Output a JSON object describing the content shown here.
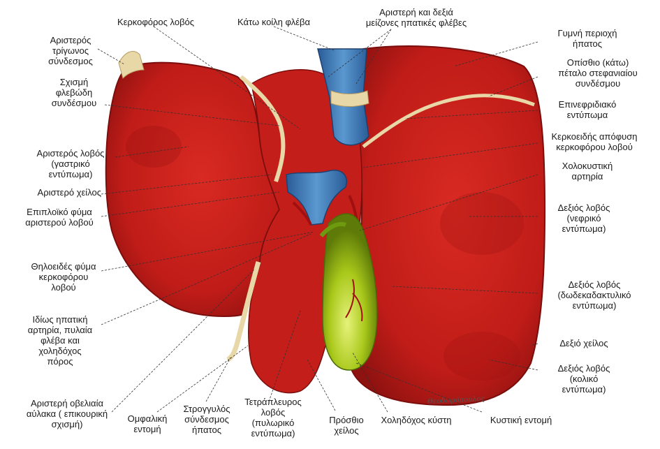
{
  "labels": {
    "cercophoros_lobe": "Κερκοφόρος λοβός",
    "ivc": "Κάτω κοίλη φλέβα",
    "hepatic_veins": "Αριστερή και δεξιά\nμείζονες ηπατικές φλέβες",
    "bare_area": "Γυμνή περιοχή\nήπατος",
    "left_triangular_lig": "Αριστερός\nτρίγωνος\nσύνδεσμος",
    "posterior_coronary": "Οπίσθιο (κάτω)\nπέταλο στεφανιαίου\nσυνδέσμου",
    "fissure_lig_venosum": "Σχισμή\nφλεβώδη\nσυνδέσμου",
    "suprarenal_impression": "Επινεφριδιακό\nεντύπωμα",
    "caudate_process": "Κερκοειδής απόφυση\nκερκοφόρου λοβού",
    "left_lobe_gastric": "Αριστερός λοβός\n(γαστρικό\nεντύπωμα)",
    "cystic_artery": "Χολοκυστική\nαρτηρία",
    "left_margin": "Αριστερό χείλος",
    "omental_tuber": "Επιπλοϊκό φύμα\nαριστερού λοβού",
    "right_lobe_renal": "Δεξιός λοβός\n(νεφρικό\nεντύπωμα)",
    "papillary_process": "Θηλοειδές φύμα\nκερκοφόρου\nλοβού",
    "right_lobe_duodenal": "Δεξιός λοβός\n(δωδεκαδακτυλικό\nεντύπωμα)",
    "porta_structures": "Ιδίως ηπατική\nαρτηρία, πυλαία\nφλέβα και\nχοληδόχος\nπόρος",
    "right_margin": "Δεξιό χείλος",
    "right_lobe_colic": "Δεξιός λοβός\n(κολικό\nεντύπωμα)",
    "left_sagittal_fissure": "Αριστερή οβελιαία\nαύλακα ( επικουρική\nσχισμή)",
    "umbilical_notch": "Ομφαλική\nεντομή",
    "round_ligament": "Στρογγυλός\nσύνδεσμος\nήπατος",
    "quadrate_lobe": "Τετράπλευρος\nλοβός\n(πυλωρικό\nεντύπωμα)",
    "anterior_margin": "Πρόσθιο\nχείλος",
    "gallbladder": "Χοληδόχος κύστη",
    "cystic_notch": "Κυστική εντομή"
  },
  "colors": {
    "liver": "#c8201c",
    "liver_dark": "#8e1210",
    "vein_blue": "#3a78b8",
    "gallbladder": "#a8c81a",
    "ligament": "#e8d8a8"
  },
  "icons": {
    "signature": "artist-signature"
  }
}
